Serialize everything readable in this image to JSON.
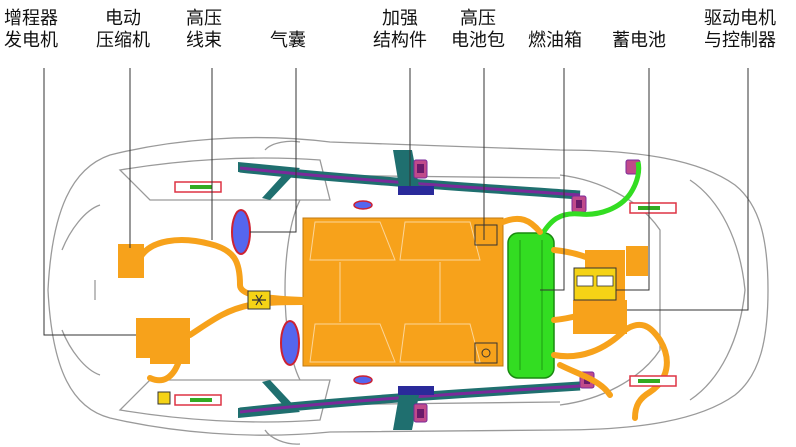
{
  "labels": {
    "range_extender_generator": {
      "line1": "增程器",
      "line2": "发电机"
    },
    "electric_compressor": {
      "line1": "电动",
      "line2": "压缩机"
    },
    "hv_harness": {
      "line1": "高压",
      "line2": "线束"
    },
    "airbag": {
      "line1": "气囊"
    },
    "reinforced_structure": {
      "line1": "加强",
      "line2": "结构件"
    },
    "hv_battery_pack": {
      "line1": "高压",
      "line2": "电池包"
    },
    "fuel_tank": {
      "line1": "燃油箱"
    },
    "battery_12v": {
      "line1": "蓄电池"
    },
    "drive_motor_controller": {
      "line1": "驱动电机",
      "line2": "与控制器"
    }
  },
  "colors": {
    "hv_orange": "#f7a21b",
    "fuel_green": "#33dd22",
    "structure_teal": "#1f6f6f",
    "airbag_blue": "#5566ee",
    "airbag_outline": "#cc2233",
    "harness_purple": "#7a2a9a",
    "sensor_red": "#dd3344",
    "warning_yellow": "#f5d316",
    "outline_gray": "#9a9a9a"
  }
}
